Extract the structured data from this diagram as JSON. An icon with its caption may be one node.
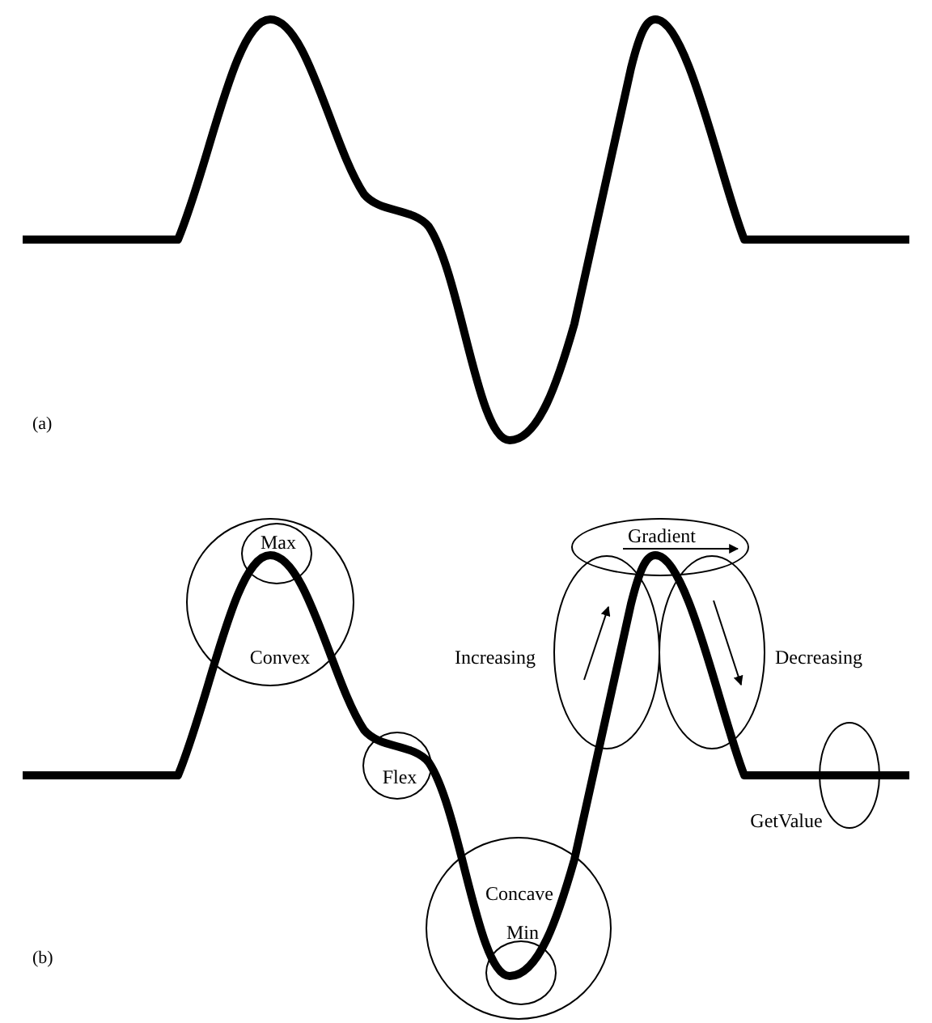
{
  "diagram": {
    "nodes": [
      {
        "text": [
          "Convex"
        ]
      },
      {
        "text": [
          "Max"
        ],
        "in": 0
      },
      {
        "text": [
          "Gradient"
        ]
      },
      {
        "text": [
          "Increasing"
        ]
      },
      {
        "text": [
          "Decreasing"
        ]
      },
      {
        "text": [
          "Flex"
        ]
      },
      {
        "text": [
          "GetValue"
        ]
      },
      {
        "text": [
          "Concave"
        ]
      },
      {
        "text": [
          "Min"
        ],
        "in": 7
      }
    ],
    "labels": [
      "(a)",
      "(b)"
    ]
  }
}
